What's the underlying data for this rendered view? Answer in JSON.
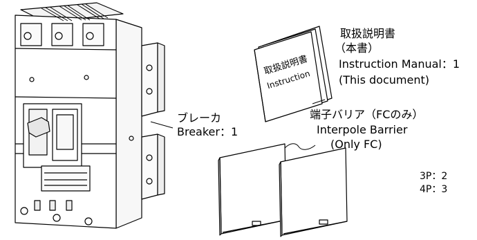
{
  "manual": {
    "cover_title": "取扱説明書",
    "cover_subtitle": "Instruction",
    "label_jp": "取扱説明書",
    "label_jp_note": "（本書）",
    "label_en": "Instruction Manual：1",
    "label_en_note": "(This document)"
  },
  "breaker": {
    "label_jp": "ブレーカ",
    "label_en": "Breaker：1"
  },
  "barrier": {
    "label_jp": "端子バリア（FCのみ）",
    "label_en": "Interpole Barrier",
    "label_en_note": "(Only FC)",
    "qty_3p": "3P：2",
    "qty_4p": "4P：3"
  }
}
